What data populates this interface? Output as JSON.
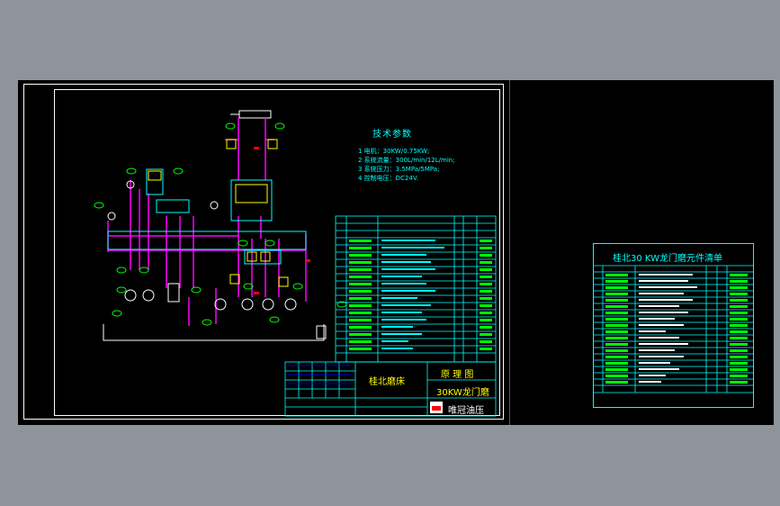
{
  "tech_params": {
    "title": "技术参数",
    "items": [
      "1  电机：30KW/0.75KW;",
      "2  系统流量：300L/min/12L/min;",
      "3  系统压力：3.5MPa/5MPa;",
      "4  控制电压：DC24V."
    ]
  },
  "title_block": {
    "company": "桂北磨床",
    "drawing_type": "原 理 图",
    "drawing_name": "30KW龙门磨",
    "maker": "唯冠油压"
  },
  "bom": {
    "title": "桂北30 KW龙门磨元件清单"
  },
  "colors": {
    "line_cyan": "#00ffff",
    "line_magenta": "#ff00ff",
    "line_yellow": "#ffff00",
    "line_red": "#ff0000",
    "background": "#000000",
    "viewport": "#8e949c"
  }
}
